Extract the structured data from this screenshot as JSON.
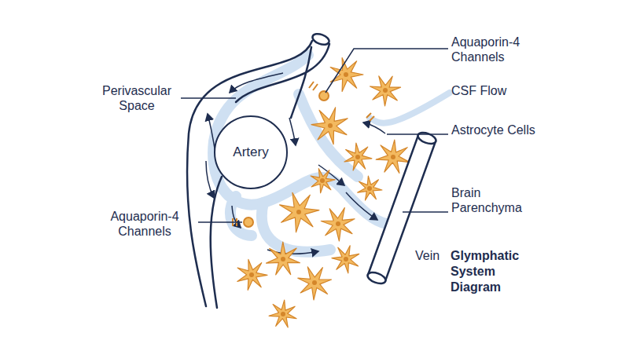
{
  "diagram": {
    "title": "Glymphatic System Diagram",
    "nodes": [
      {
        "text": [
          "Artery"
        ]
      }
    ],
    "labels": [
      "Perivascular Space",
      "Aquaporin-4 Channels",
      "CSF Flow",
      "Astrocyte Cells",
      "Brain Parenchyma",
      "Aquaporin-4 Channels",
      "Vein"
    ]
  }
}
